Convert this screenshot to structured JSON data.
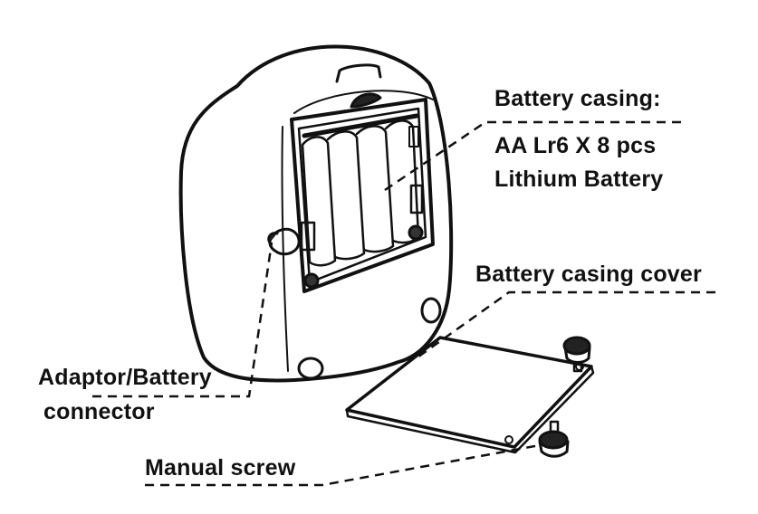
{
  "labels": {
    "battery_casing_line1": "Battery casing:",
    "battery_casing_line2": "AA Lr6 X 8 pcs",
    "battery_casing_line3": "Lithium Battery",
    "battery_casing_cover": "Battery casing cover",
    "adaptor_line1": "Adaptor/Battery",
    "adaptor_line2": "connector",
    "manual_screw": "Manual screw"
  },
  "colors": {
    "ink": "#111111",
    "background": "#ffffff"
  }
}
